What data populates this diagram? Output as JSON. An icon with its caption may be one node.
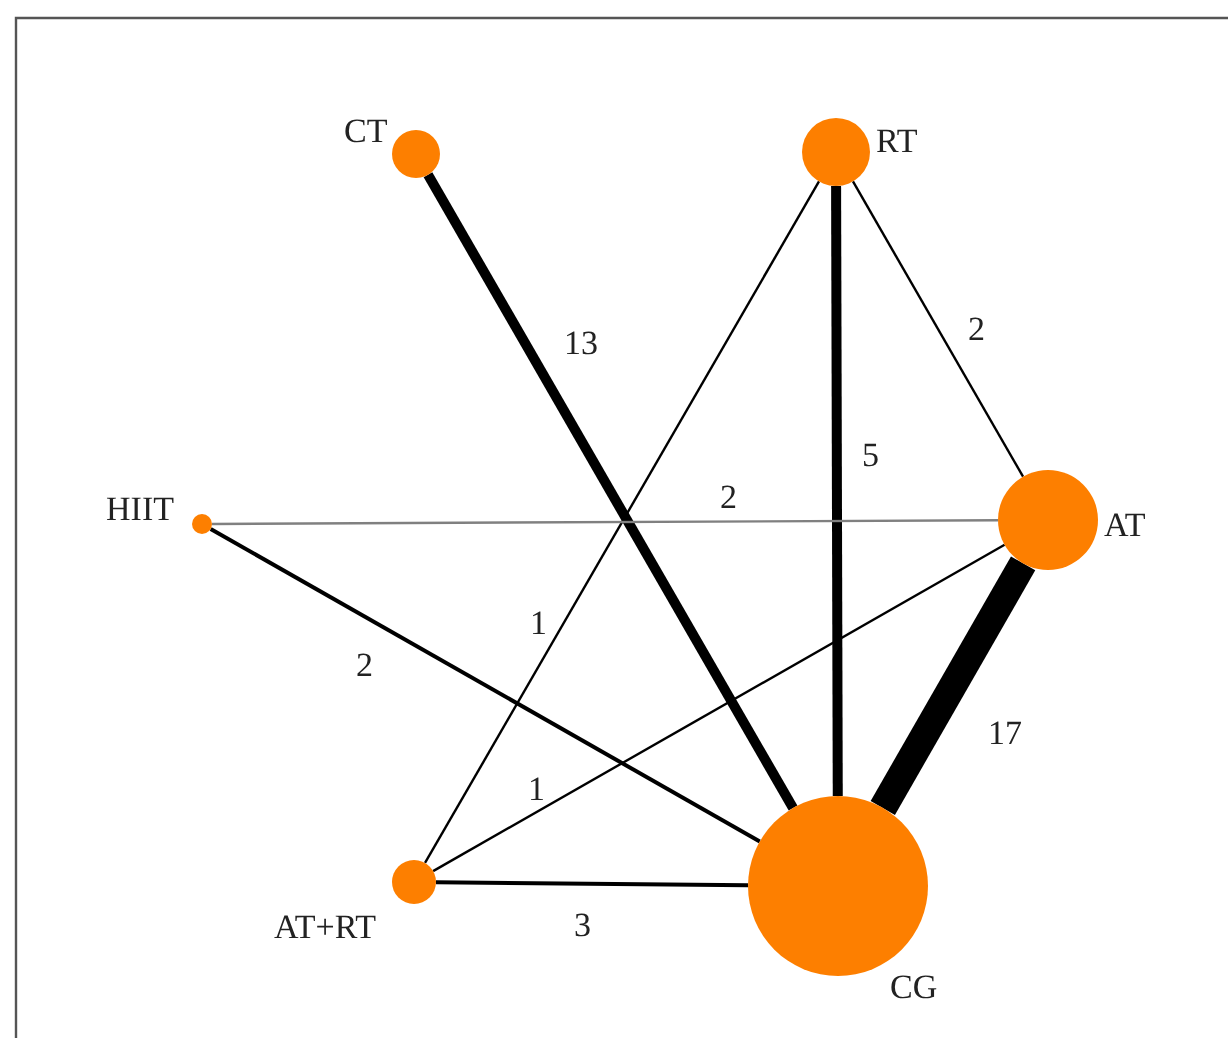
{
  "diagram": {
    "nodes": [
      {
        "text": [
          "CT"
        ]
      },
      {
        "text": [
          "RT"
        ]
      },
      {
        "text": [
          "HIIT"
        ]
      },
      {
        "text": [
          "AT"
        ]
      },
      {
        "text": [
          "AT+RT"
        ]
      },
      {
        "text": [
          "CG"
        ]
      }
    ],
    "edges": [
      {
        "from": 0,
        "to": 5,
        "arrow": "none",
        "label": "13",
        "style": "thick"
      },
      {
        "from": 1,
        "to": 5,
        "arrow": "none",
        "label": "5",
        "style": "thick"
      },
      {
        "from": 1,
        "to": 3,
        "arrow": "none",
        "label": "2"
      },
      {
        "from": 1,
        "to": 4,
        "arrow": "none",
        "label": "1"
      },
      {
        "from": 2,
        "to": 3,
        "arrow": "none",
        "label": "2",
        "color": "#808080"
      },
      {
        "from": 2,
        "to": 5,
        "arrow": "none",
        "label": "2"
      },
      {
        "from": 3,
        "to": 5,
        "arrow": "none",
        "label": "17",
        "style": "thick"
      },
      {
        "from": 4,
        "to": 3,
        "arrow": "none",
        "label": "1"
      },
      {
        "from": 4,
        "to": 5,
        "arrow": "none",
        "label": "3"
      }
    ]
  }
}
